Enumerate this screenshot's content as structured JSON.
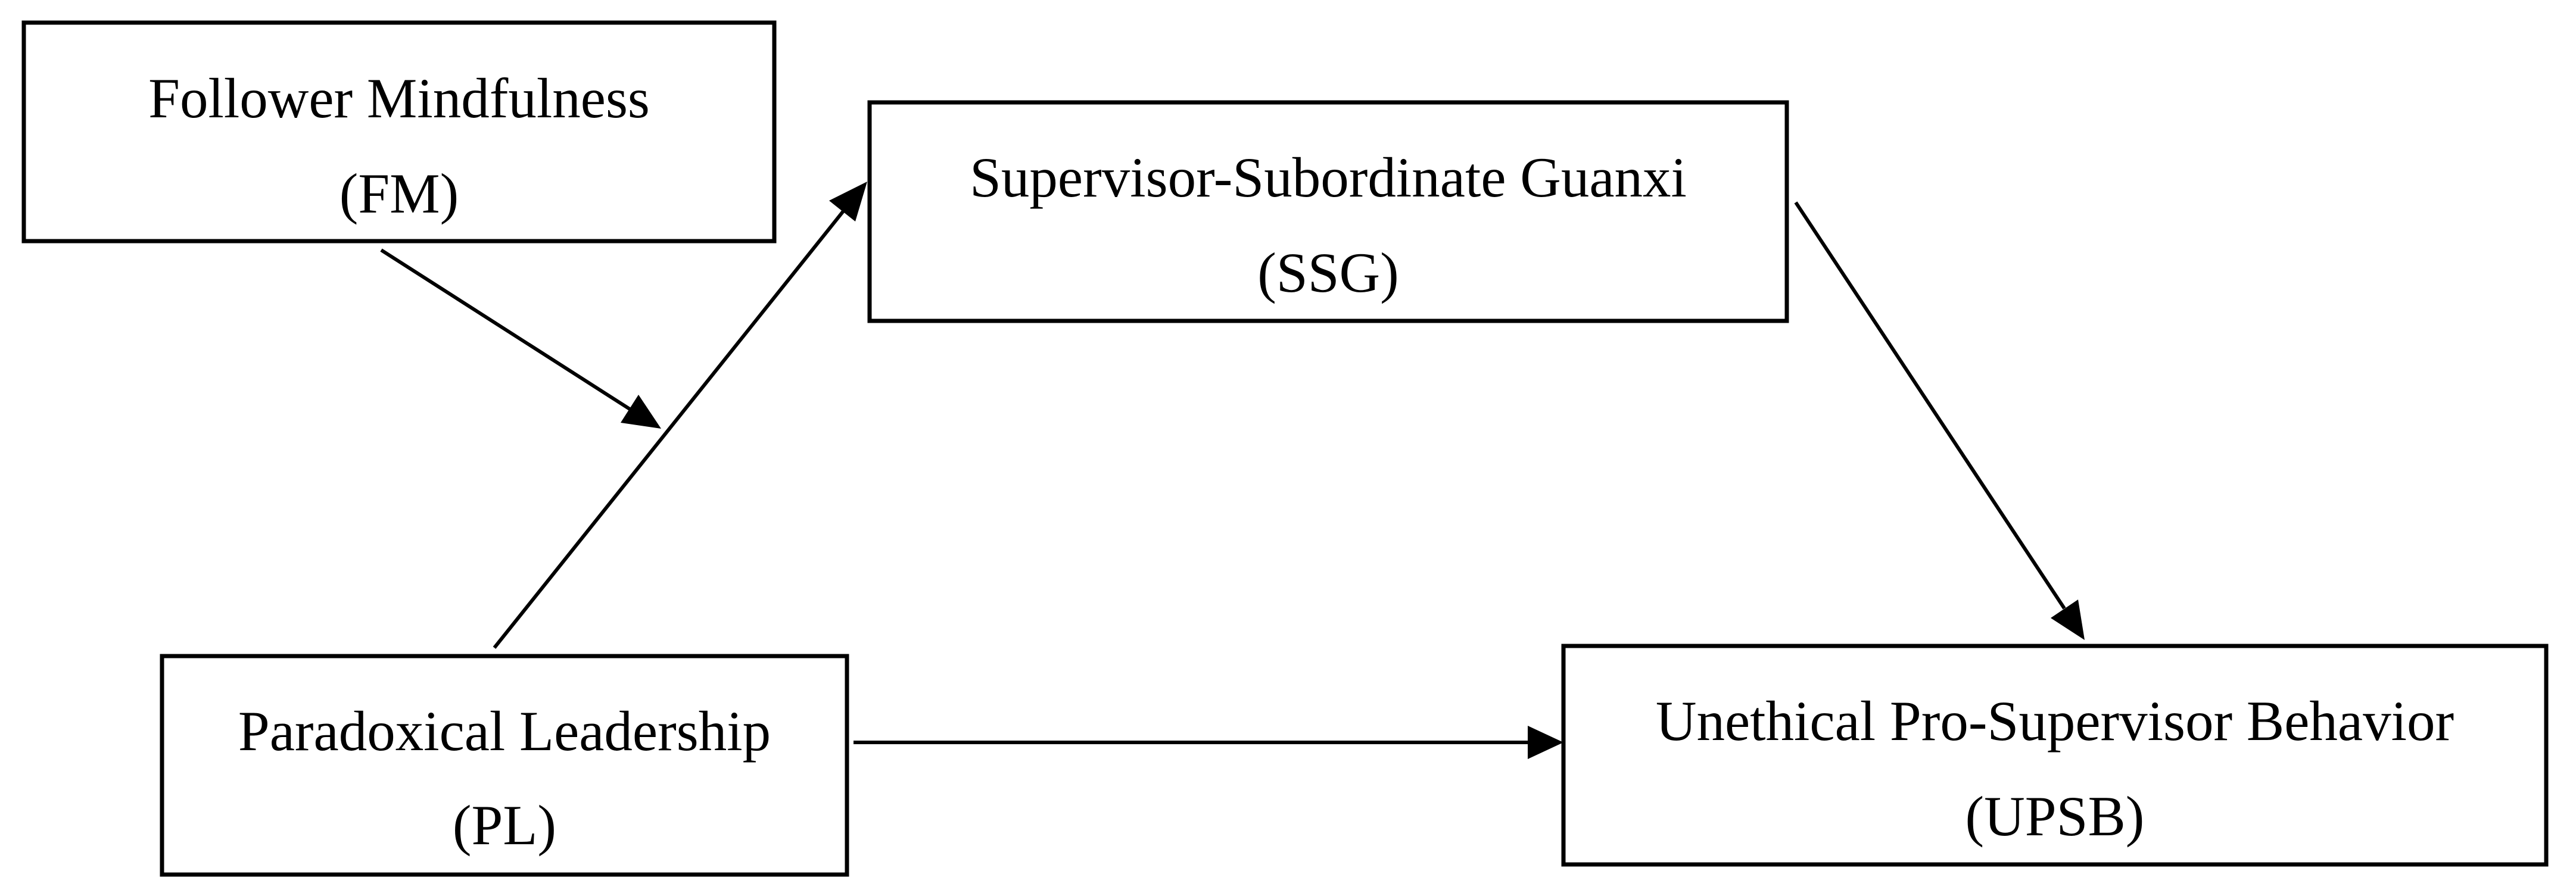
{
  "diagram": {
    "nodes": {
      "fm": {
        "title": "Follower Mindfulness",
        "abbr": "(FM)"
      },
      "ssg": {
        "title": "Supervisor-Subordinate Guanxi",
        "abbr": "(SSG)"
      },
      "pl": {
        "title": "Paradoxical Leadership",
        "abbr": "(PL)"
      },
      "upsb": {
        "title": "Unethical Pro-Supervisor Behavior",
        "abbr": "(UPSB)"
      }
    },
    "edges": [
      {
        "from": "pl",
        "to": "ssg"
      },
      {
        "from": "ssg",
        "to": "upsb"
      },
      {
        "from": "pl",
        "to": "upsb"
      },
      {
        "from": "fm",
        "to": "pl-ssg-path",
        "kind": "moderation"
      }
    ],
    "colors": {
      "line": "#000000",
      "box_fill": "#ffffff",
      "text": "#000000"
    }
  }
}
